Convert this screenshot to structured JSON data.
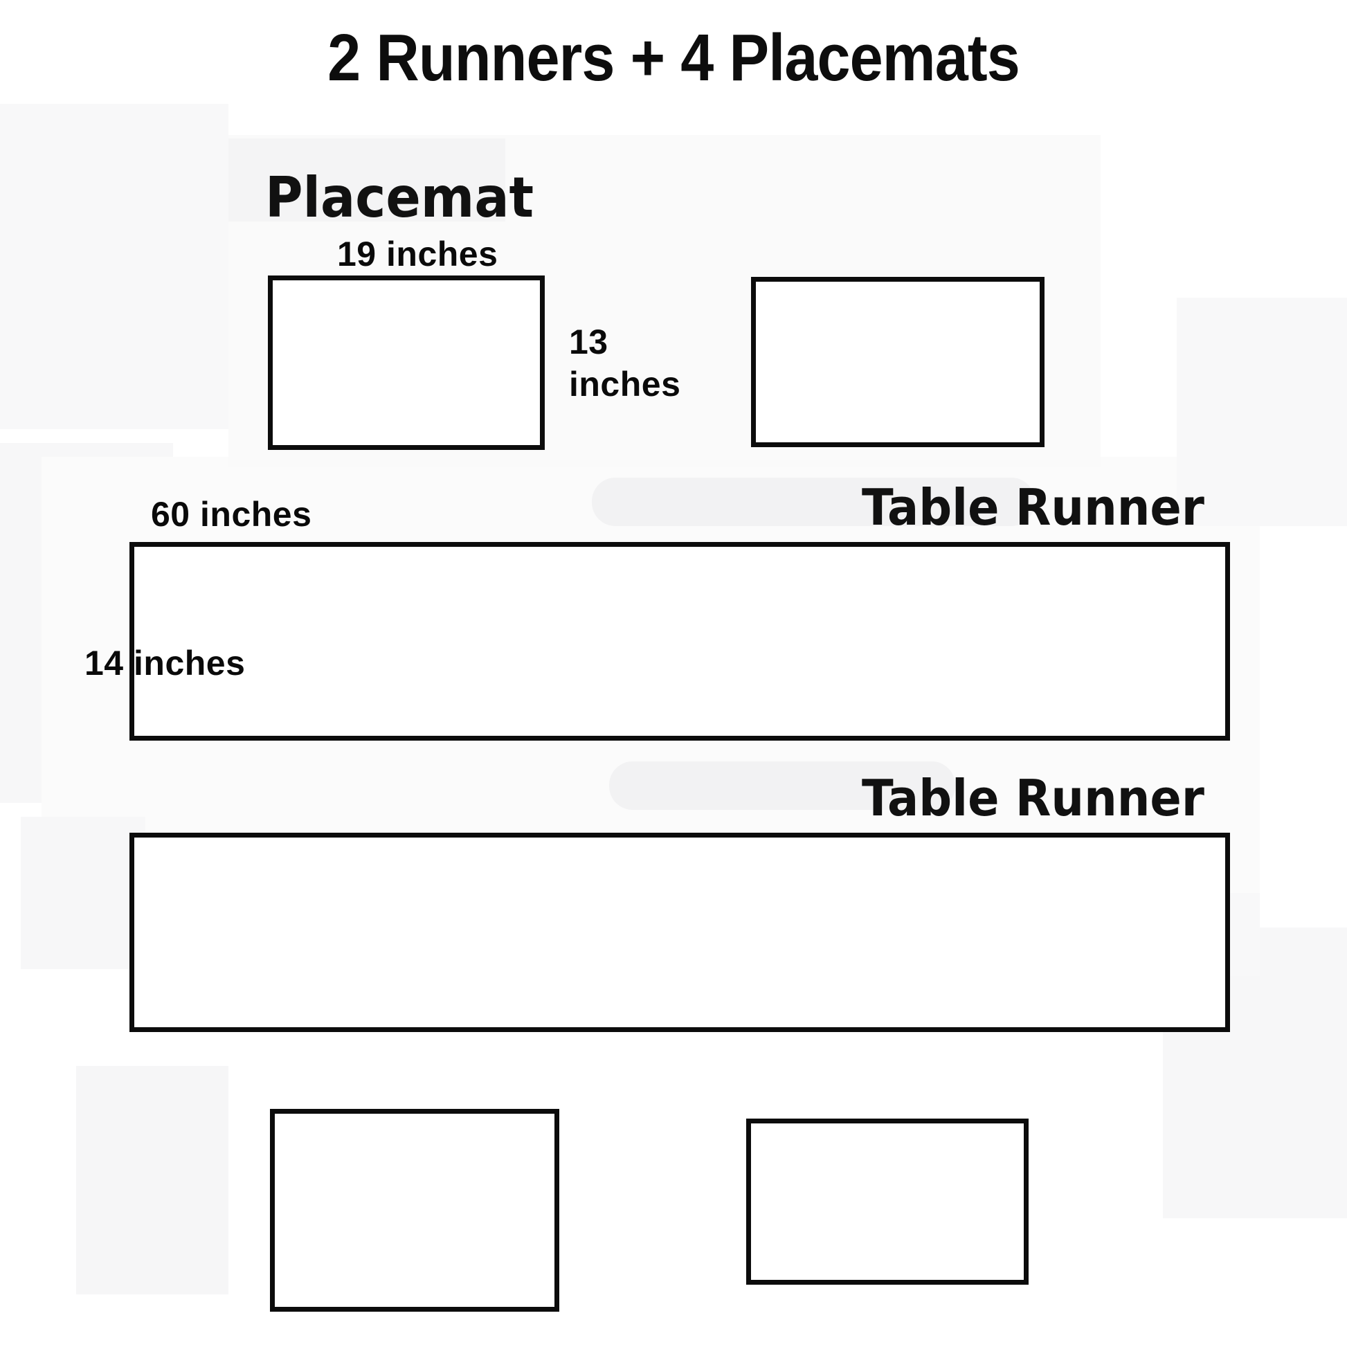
{
  "page": {
    "title": "2 Runners + 4 Placemats",
    "background_color": "#ffffff",
    "line_color": "#0c0c0c",
    "text_color": "#0d0d0d"
  },
  "labels": {
    "placemat": "Placemat",
    "table_runner_top": "Table Runner",
    "table_runner_bottom": "Table Runner"
  },
  "dimensions": {
    "placemat_width": "19 inches",
    "placemat_height": "13\ninches",
    "runner_width": "60 inches",
    "runner_height": "14 inches"
  },
  "shapes": [
    {
      "name": "placemat-top-left",
      "type": "placemat",
      "width_in": 19,
      "height_in": 13
    },
    {
      "name": "placemat-top-right",
      "type": "placemat",
      "width_in": 19,
      "height_in": 13
    },
    {
      "name": "table-runner-top",
      "type": "table-runner",
      "width_in": 60,
      "height_in": 14
    },
    {
      "name": "table-runner-bottom",
      "type": "table-runner",
      "width_in": 60,
      "height_in": 14
    },
    {
      "name": "placemat-bottom-left",
      "type": "placemat",
      "width_in": 19,
      "height_in": 13
    },
    {
      "name": "placemat-bottom-right",
      "type": "placemat",
      "width_in": 19,
      "height_in": 13
    }
  ],
  "counts": {
    "runners": 2,
    "placemats": 4
  }
}
